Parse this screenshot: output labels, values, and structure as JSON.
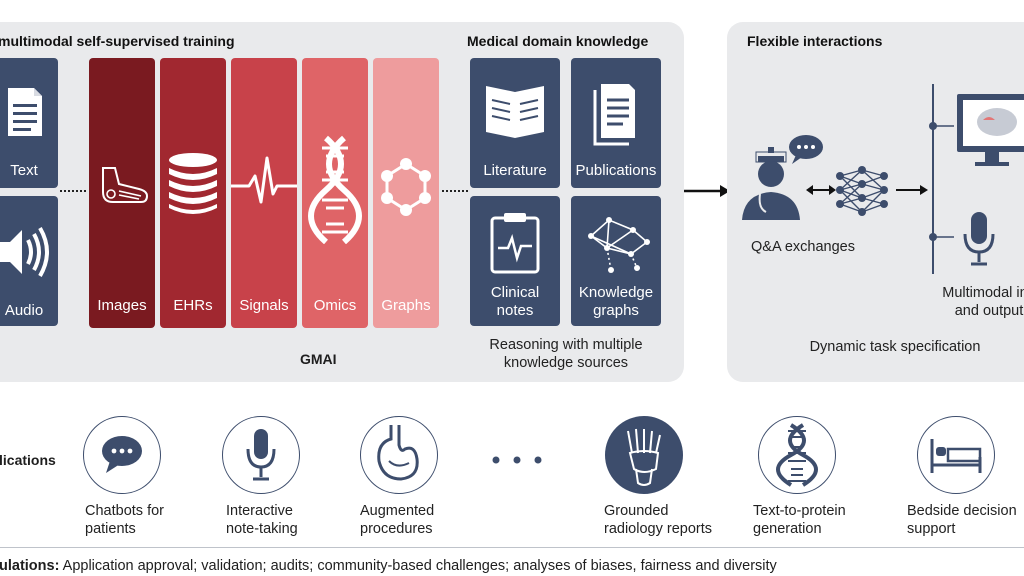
{
  "training": {
    "title": "multimodal self-supervised training",
    "left_items": [
      {
        "label": "Text",
        "icon": "document-icon"
      },
      {
        "label": "Audio",
        "icon": "speaker-icon"
      }
    ],
    "columns": [
      {
        "label": "Images",
        "icon": "foot-xray-icon",
        "color": "#7a1a20"
      },
      {
        "label": "EHRs",
        "icon": "database-icon",
        "color": "#a12830"
      },
      {
        "label": "Signals",
        "icon": "waveform-icon",
        "color": "#c8424a"
      },
      {
        "label": "Omics",
        "icon": "dna-icon",
        "color": "#df6467"
      },
      {
        "label": "Graphs",
        "icon": "graph-icon",
        "color": "#ee9c9d"
      }
    ],
    "gmai_label": "GMAI"
  },
  "knowledge": {
    "title": "Medical domain knowledge",
    "tiles": [
      {
        "label": "Literature",
        "icon": "book-icon"
      },
      {
        "label": "Publications",
        "icon": "publication-icon"
      },
      {
        "label": "Clinical\nnotes",
        "icon": "clipboard-icon"
      },
      {
        "label": "Knowledge\ngraphs",
        "icon": "network-icon"
      }
    ],
    "caption": "Reasoning with multiple\nknowledge sources"
  },
  "interactions": {
    "title": "Flexible interactions",
    "qa_label": "Q&A exchanges",
    "multimodal_label": "Multimodal inp\nand output",
    "dynamic_label": "Dynamic task specification"
  },
  "applications": {
    "title": "lications",
    "items": [
      {
        "label": "Chatbots for\npatients",
        "icon": "chat-bubble-icon"
      },
      {
        "label": "Interactive\nnote-taking",
        "icon": "microphone-icon"
      },
      {
        "label": "Augmented\nprocedures",
        "icon": "stomach-icon"
      },
      {
        "label": "Grounded\nradiology reports",
        "icon": "foot-bones-icon"
      },
      {
        "label": "Text-to-protein\ngeneration",
        "icon": "dna-icon"
      },
      {
        "label": "Bedside decision\nsupport",
        "icon": "bed-icon"
      }
    ]
  },
  "regulations": {
    "title": "ulations:",
    "text": "Application approval; validation; audits; community-based challenges; analyses of biases, fairness and diversity"
  },
  "colors": {
    "navy": "#3d4d6c",
    "panel": "#e9eaec"
  }
}
